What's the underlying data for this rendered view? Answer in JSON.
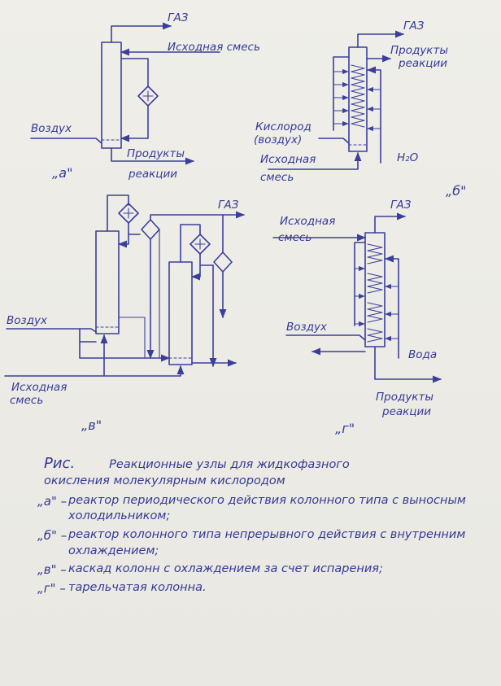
{
  "labels": {
    "a_gas": "ГАЗ",
    "a_feed": "Исходная смесь",
    "a_air": "Воздух",
    "a_products_1": "Продукты",
    "a_products_2": "реакции",
    "a_tag": "„а\"",
    "b_gas": "ГАЗ",
    "b_products_1": "Продукты",
    "b_products_2": "реакции",
    "b_oxygen_1": "Кислород",
    "b_oxygen_2": "(воздух)",
    "b_feed_1": "Исходная",
    "b_feed_2": "смесь",
    "b_water": "H₂O",
    "b_tag": "„б\"",
    "v_gas": "ГАЗ",
    "v_air": "Воздух",
    "v_feed_1": "Исходная",
    "v_feed_2": "смесь",
    "v_tag": "„в\"",
    "g_gas": "ГАЗ",
    "g_feed_1": "Исходная",
    "g_feed_2": "смесь",
    "g_air": "Воздух",
    "g_water": "Вода",
    "g_products_1": "Продукты",
    "g_products_2": "реакции",
    "g_tag": "„г\""
  },
  "caption": {
    "prefix": "Рис.",
    "title": "Реакционные узлы для жидкофазного",
    "title_cont": "окисления молекулярным кислородом",
    "items": [
      {
        "mark": "„а\" –",
        "text": "реактор периодического действия колонного типа с выносным холодильником;"
      },
      {
        "mark": "„б\" –",
        "text": "реактор колонного типа непрерывного действия с внутренним охлаждением;"
      },
      {
        "mark": "„в\" –",
        "text": "каскад колонн с охлаждением за счет испарения;"
      },
      {
        "mark": "„г\" –",
        "text": "тарельчатая колонна."
      }
    ]
  }
}
